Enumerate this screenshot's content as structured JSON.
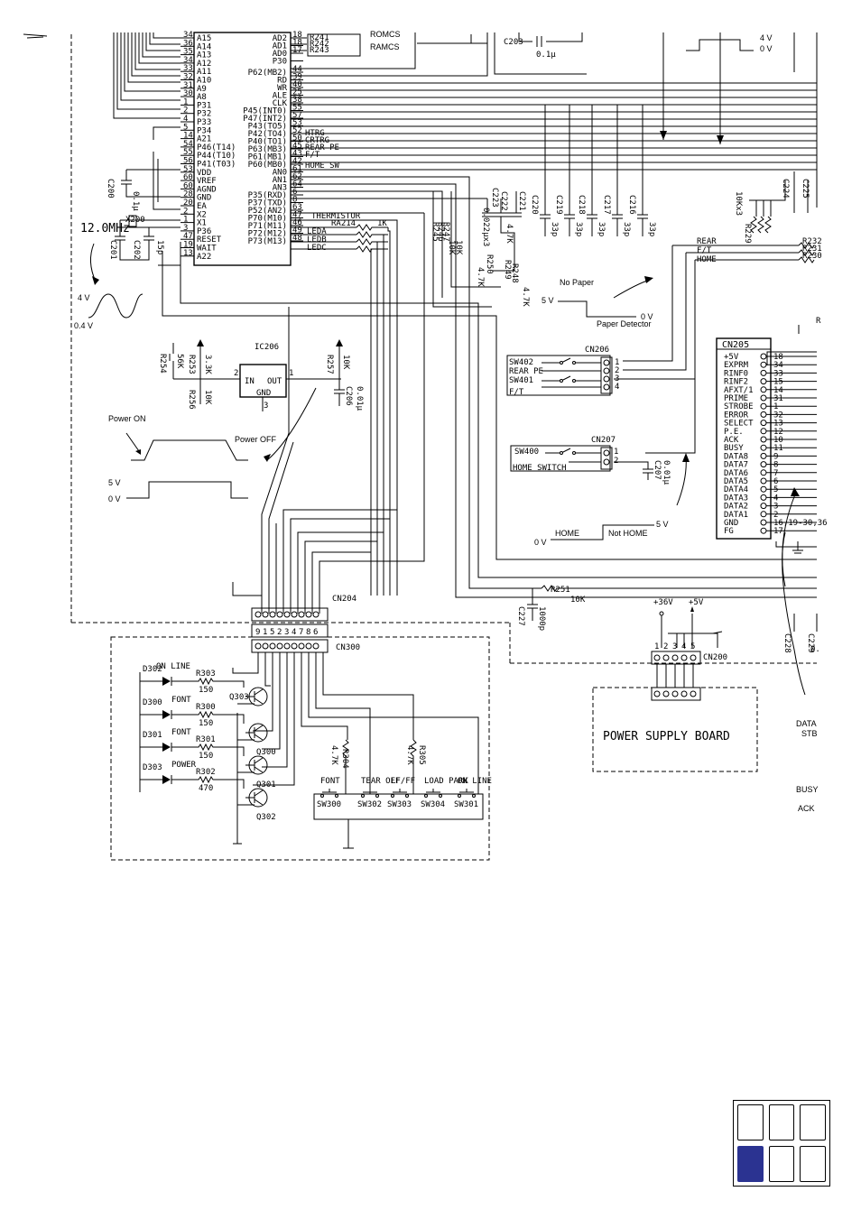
{
  "ic_left_pins": [
    {
      "num": "34",
      "name": "A15"
    },
    {
      "num": "36",
      "name": "A14"
    },
    {
      "num": "35",
      "name": "A13"
    },
    {
      "num": "34",
      "name": "A12"
    },
    {
      "num": "33",
      "name": "A11"
    },
    {
      "num": "32",
      "name": "A10"
    },
    {
      "num": "31",
      "name": "A9"
    },
    {
      "num": "30",
      "name": "A8"
    },
    {
      "num": "1",
      "name": "P31"
    },
    {
      "num": "2",
      "name": "P32"
    },
    {
      "num": "4",
      "name": "P33"
    },
    {
      "num": "5",
      "name": "P34"
    },
    {
      "num": "14",
      "name": "A21"
    },
    {
      "num": "54",
      "name": "P46(T14)"
    },
    {
      "num": "55",
      "name": "P44(T10)"
    },
    {
      "num": "56",
      "name": "P41(T03)"
    },
    {
      "num": "53",
      "name": "VDD"
    },
    {
      "num": "60",
      "name": "VREF"
    },
    {
      "num": "60",
      "name": "AGND"
    },
    {
      "num": "28",
      "name": "GND"
    },
    {
      "num": "20",
      "name": "EA"
    },
    {
      "num": "2",
      "name": "X2"
    },
    {
      "num": "1",
      "name": "X1"
    },
    {
      "num": "3",
      "name": "P36"
    },
    {
      "num": "47",
      "name": "RESET"
    },
    {
      "num": "19",
      "name": "WAIT"
    },
    {
      "num": "13",
      "name": "A22"
    }
  ],
  "ic_right_pins": [
    {
      "num": "18",
      "name": "AD2"
    },
    {
      "num": "18",
      "name": "AD1"
    },
    {
      "num": "17",
      "name": "AD0"
    },
    {
      "num": "",
      "name": "P30"
    },
    {
      "num": "44",
      "name": "P62(MB2)"
    },
    {
      "num": "39",
      "name": "RD"
    },
    {
      "num": "40",
      "name": "WR"
    },
    {
      "num": "25",
      "name": "ALE"
    },
    {
      "num": "38",
      "name": "CLK"
    },
    {
      "num": "55",
      "name": "P45(INT0)"
    },
    {
      "num": "57",
      "name": "P47(INT2)"
    },
    {
      "num": "53",
      "name": "P43(TO5)"
    },
    {
      "num": "52",
      "name": "P42(TO4)"
    },
    {
      "num": "50",
      "name": "P40(TO1)"
    },
    {
      "num": "45",
      "name": "P63(MB3)"
    },
    {
      "num": "43",
      "name": "P61(MB1)"
    },
    {
      "num": "42",
      "name": "P60(MB0)"
    },
    {
      "num": "61",
      "name": "AN0"
    },
    {
      "num": "62",
      "name": "AN1"
    },
    {
      "num": "64",
      "name": "AN3"
    },
    {
      "num": "6",
      "name": "P35(RXD)"
    },
    {
      "num": "8",
      "name": "P37(TXD)"
    },
    {
      "num": "63",
      "name": "P52(AN2)"
    },
    {
      "num": "47",
      "name": "P70(M10)"
    },
    {
      "num": "46",
      "name": "P71(M11)"
    },
    {
      "num": "49",
      "name": "P72(M12)"
    },
    {
      "num": "48",
      "name": "P73(M13)"
    }
  ],
  "signal_labels": [
    "HTRG",
    "CRTRG",
    "REAR PE",
    "F/T",
    "HOME SW",
    "THERMISTOR",
    "LEDA",
    "LEDB",
    "LEDC"
  ],
  "top_labels": {
    "romcs": "ROMCS",
    "ramcs": "RAMCS",
    "r241": "R241",
    "r242": "R242",
    "r243": "R243",
    "c203": "C203",
    "c203_val": "0.1μ",
    "v4": "4 V",
    "v0": "0 V"
  },
  "caps_mid": [
    {
      "ref": "C220",
      "val": "33p"
    },
    {
      "ref": "C219",
      "val": "33p"
    },
    {
      "ref": "C218",
      "val": "33p"
    },
    {
      "ref": "C217",
      "val": "33p"
    },
    {
      "ref": "C216",
      "val": "33p"
    }
  ],
  "misc_labels": {
    "c200": "C200",
    "c200_val": "0.1μ",
    "crystal": "X200",
    "crystal_freq": "12.0MHz",
    "c201": "C201",
    "c201_val": "15p",
    "c202": "C202",
    "c202_val": "15p",
    "ra214": "RA214",
    "ra214_val": "1K",
    "r245": "R245",
    "r246": "R246",
    "r247": "R247",
    "r_val_10k": "10K",
    "c222": "C222",
    "c223": "C223",
    "c221": "C221",
    "c22x_val": "0.022μx3",
    "r250": "R250",
    "r249": "R249",
    "r248": "R248",
    "r_47k": "4.7K",
    "r229": "R229",
    "r229_val": "10Kx3",
    "c224": "C224",
    "c225": "C225",
    "r232": "R232",
    "r231": "R231",
    "r230": "R230",
    "r_marker": "R"
  },
  "clock_wave": {
    "high": "4 V",
    "low": "0.4 V"
  },
  "ic206": {
    "ref": "IC206",
    "pin_in": "IN",
    "pin_out": "OUT",
    "pin_gnd": "GND",
    "pin2": "2",
    "pin1": "1",
    "pin3": "3",
    "r254": "R254",
    "r254_val": "56K",
    "r253": "R253",
    "r253_val": "3.3K",
    "r256": "R256",
    "r256_val": "10K",
    "r257": "R257",
    "r257_val": "10K",
    "c206": "C206",
    "c206_val": "0.01μ"
  },
  "power_wave": {
    "power_on": "Power ON",
    "power_off": "Power OFF",
    "v5": "5 V",
    "v0": "0 V"
  },
  "paper_wave": {
    "no_paper": "No Paper",
    "v5": "5 V",
    "v0": "0 V",
    "detector": "Paper Detector"
  },
  "home_wave": {
    "v5": "5 V",
    "v0": "0 V",
    "home": "HOME",
    "not_home": "Not HOME"
  },
  "cn206": {
    "ref": "CN206",
    "sw402": "SW402",
    "rear_pe": "REAR PE",
    "sw401": "SW401",
    "ft": "F/T",
    "pins": [
      "1",
      "2",
      "3",
      "4"
    ]
  },
  "cn207": {
    "ref": "CN207",
    "sw400": "SW400",
    "home_switch": "HOME SWITCH",
    "pins": [
      "1",
      "2"
    ],
    "c207": "C207",
    "c207_val": "0.01μ"
  },
  "rear_labels": [
    "REAR",
    "F/T",
    "HOME"
  ],
  "cn205": {
    "ref": "CN205",
    "signals": [
      "+5V",
      "EXPRM",
      "RINF0",
      "RINF2",
      "AFXT/1",
      "PRIME",
      "STROBE",
      "ERROR",
      "SELECT",
      "P.E.",
      "ACK",
      "BUSY",
      "DATA8",
      "DATA7",
      "DATA6",
      "DATA5",
      "DATA4",
      "DATA3",
      "DATA2",
      "DATA1",
      "GND",
      "FG"
    ],
    "pins": [
      "18",
      "34",
      "33",
      "15",
      "14",
      "31",
      "1",
      "32",
      "13",
      "12",
      "10",
      "11",
      "9",
      "8",
      "7",
      "6",
      "5",
      "4",
      "3",
      "2",
      "16,19-30,36",
      "17"
    ]
  },
  "cn204": {
    "ref": "CN204",
    "pins": [
      "9",
      "1",
      "5",
      "2",
      "3",
      "4",
      "7",
      "8",
      "6"
    ]
  },
  "cn300": {
    "ref": "CN300",
    "pins": [
      "9",
      "1",
      "5",
      "2",
      "3",
      "4",
      "7",
      "8",
      "6"
    ]
  },
  "r251": {
    "ref": "R251",
    "val": "10K",
    "c227": "C227",
    "c227_val": "1000p"
  },
  "cn200": {
    "ref": "CN200",
    "v36": "+36V",
    "v5": "+5V",
    "pins": [
      "1",
      "2",
      "3",
      "4",
      "5"
    ]
  },
  "c228_labels": {
    "c228": "C228",
    "c229": "C229",
    "val": "0."
  },
  "power_board": {
    "title": "POWER SUPPLY BOARD"
  },
  "right_side_labels": {
    "data": "DATA",
    "stb": "STB",
    "busy": "BUSY",
    "ack": "ACK"
  },
  "panel_leds": [
    {
      "led": "D302",
      "label": "ON LINE",
      "res": "R303",
      "val": "150",
      "q": "Q303"
    },
    {
      "led": "D300",
      "label": "FONT",
      "res": "R300",
      "val": "150",
      "q": "Q300"
    },
    {
      "led": "D301",
      "label": "FONT",
      "res": "R301",
      "val": "150",
      "q": "Q301"
    },
    {
      "led": "D303",
      "label": "POWER",
      "res": "R302",
      "val": "470",
      "q": "Q302"
    }
  ],
  "panel_res": {
    "r304": "R304",
    "r304_val": "4.7K",
    "r305": "R305",
    "r305_val": "4.7K"
  },
  "panel_switches": [
    {
      "label": "FONT",
      "ref": "SW300"
    },
    {
      "label": "TEAR OFF",
      "ref": "SW302"
    },
    {
      "label": "LF/FF",
      "ref": "SW303"
    },
    {
      "label": "LOAD PARK",
      "ref": "SW304"
    },
    {
      "label": "ON LINE",
      "ref": "SW301"
    }
  ],
  "nav_grid": {
    "active_index": 3,
    "cells": 6
  }
}
